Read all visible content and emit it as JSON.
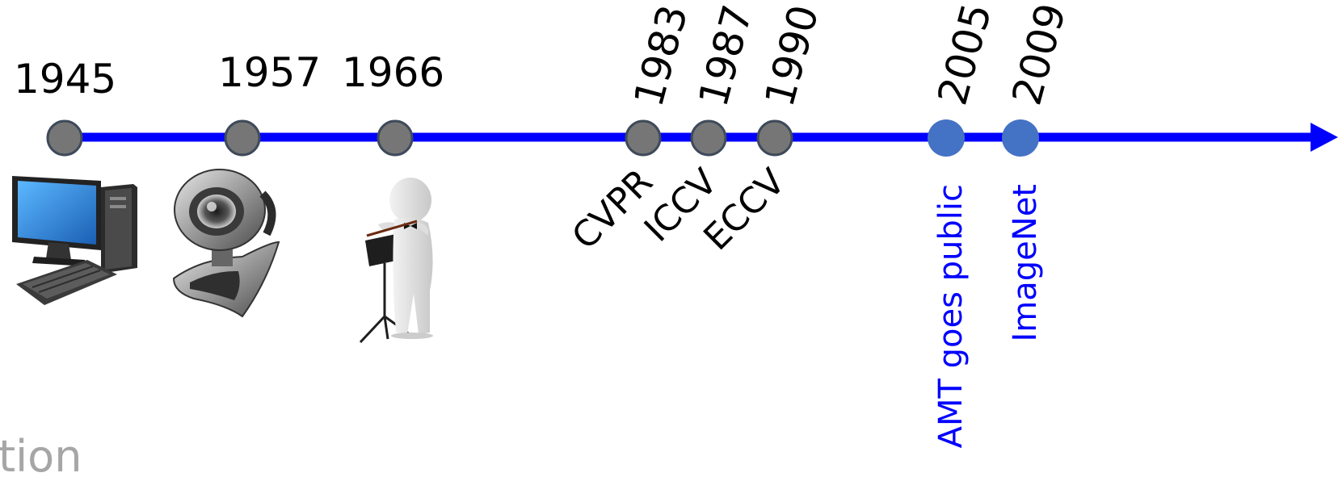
{
  "timeline": {
    "line_color": "#0000ff",
    "gray_dot_color": "#767676",
    "blue_dot_color": "#4472c4",
    "blue_text_color": "#0000ff",
    "years": {
      "y1945": "1945",
      "y1957": "1957",
      "y1966": "1966",
      "y1983": "1983",
      "y1987": "1987",
      "y1990": "1990",
      "y2005": "2005",
      "y2009": "2009"
    },
    "conferences": {
      "cvpr": "CVPR",
      "iccv": "ICCV",
      "eccv": "ECCV"
    },
    "events": {
      "amt": "AMT goes public",
      "imagenet": "ImageNet"
    },
    "cut_text": "tion",
    "icons": {
      "computer": "desktop-computer-icon",
      "webcam": "webcam-icon",
      "musician": "flute-player-icon"
    }
  }
}
